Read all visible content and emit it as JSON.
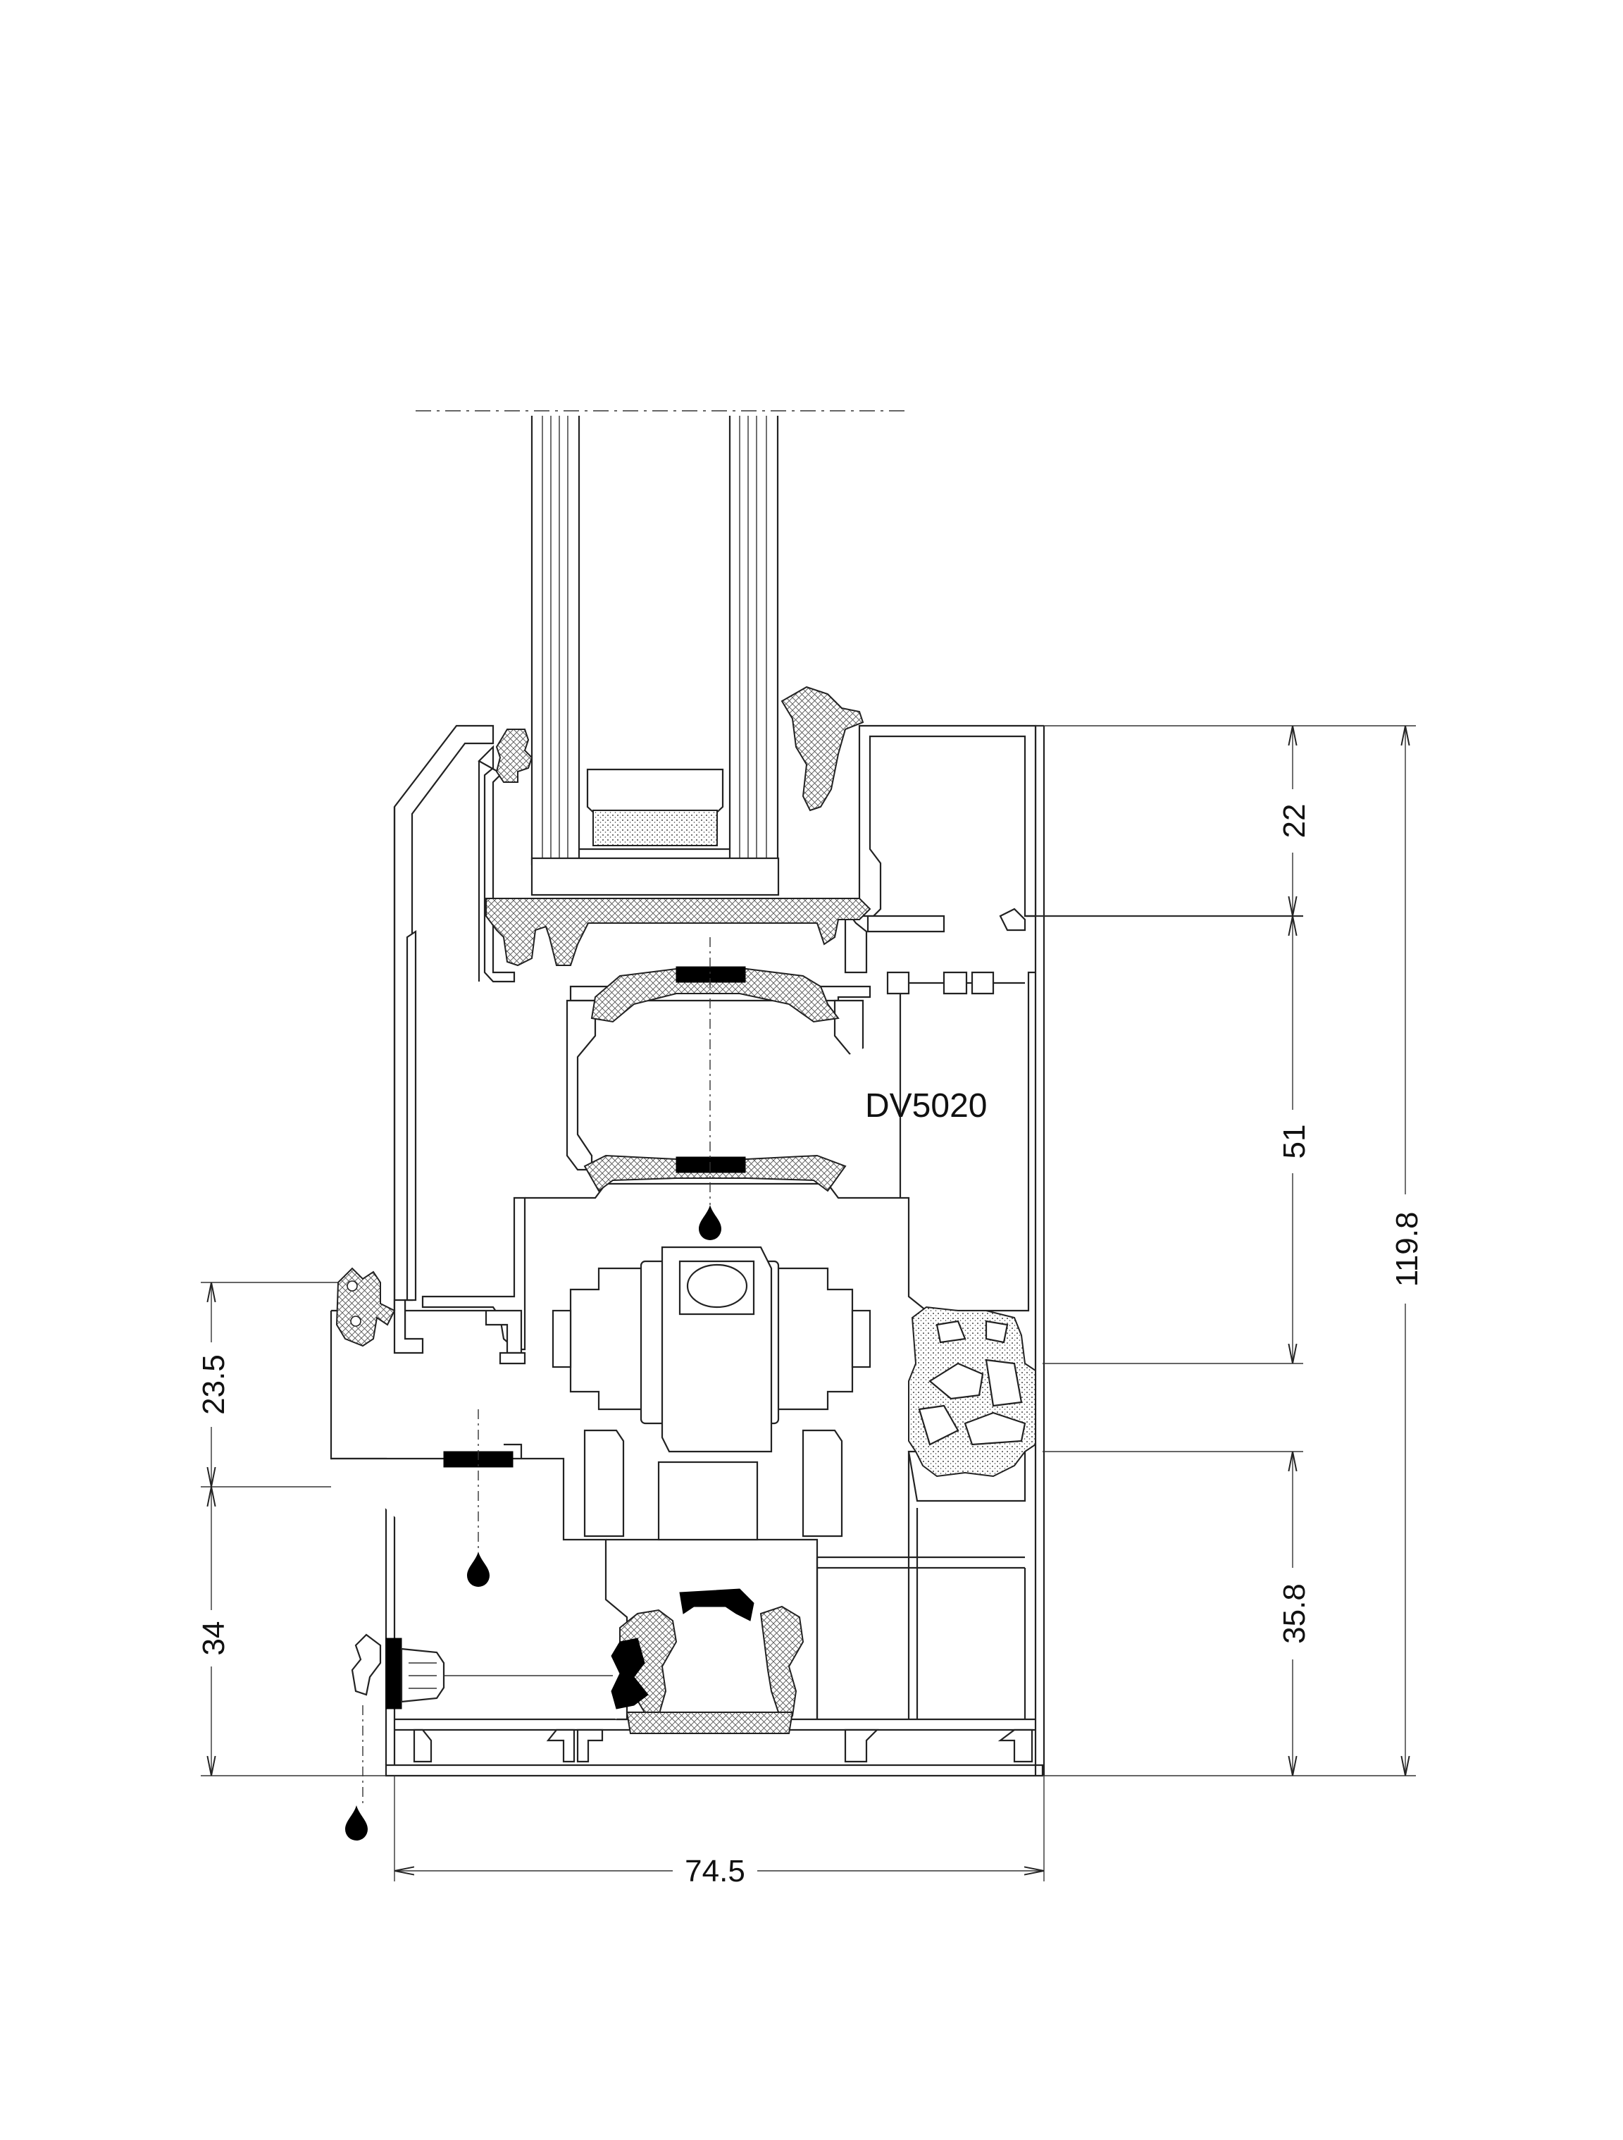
{
  "profile_label": "DV5020",
  "dimensions": {
    "right_top": "22",
    "right_middle": "51",
    "right_lower": "35.8",
    "right_total": "119.8",
    "left_upper": "23.5",
    "left_lower": "34",
    "bottom_width": "74.5"
  }
}
